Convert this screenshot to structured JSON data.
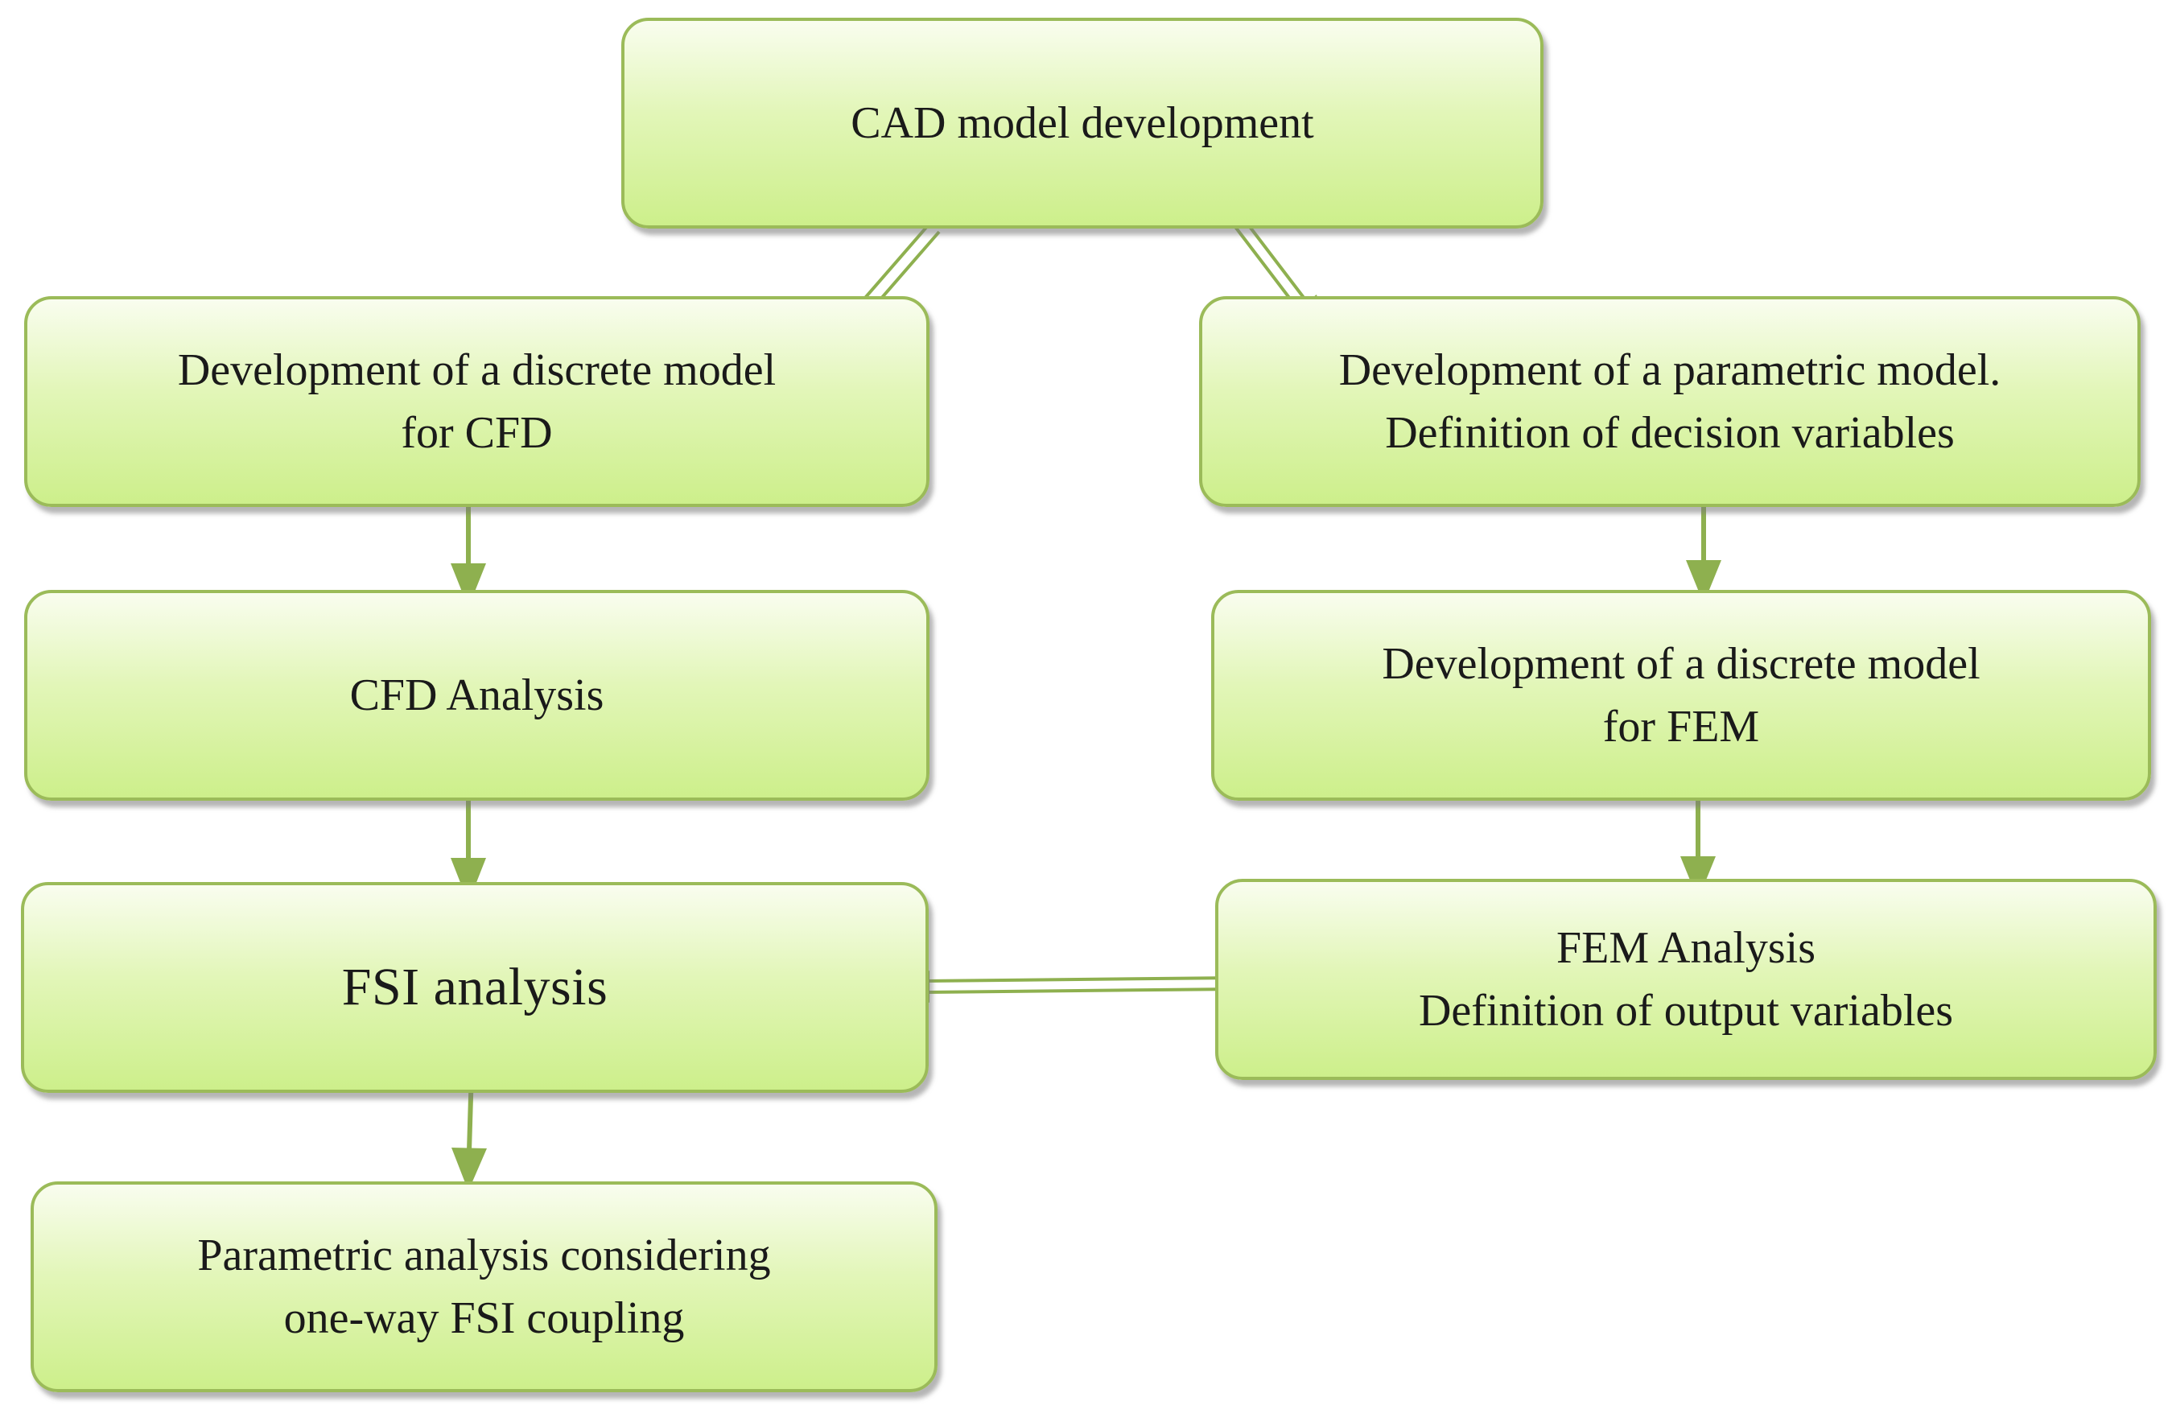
{
  "colors": {
    "node_border": "#9bbb59",
    "node_fill_top": "#f9fdef",
    "node_fill_bottom": "#cdef8b",
    "arrow": "#8eb04f",
    "text": "#1a1a1a"
  },
  "nodes": {
    "cad": {
      "lines": [
        "CAD model development"
      ]
    },
    "discrete_cfd": {
      "lines": [
        "Development of a discrete model",
        "for CFD"
      ]
    },
    "parametric": {
      "lines": [
        "Development of a parametric model.",
        "Definition of decision variables"
      ]
    },
    "cfd_analysis": {
      "lines": [
        "CFD Analysis"
      ]
    },
    "discrete_fem": {
      "lines": [
        "Development of a discrete model",
        "for FEM"
      ]
    },
    "fsi": {
      "lines": [
        "FSI analysis"
      ]
    },
    "fem_analysis": {
      "lines": [
        "FEM Analysis",
        "Definition of output variables"
      ]
    },
    "parametric_analysis": {
      "lines": [
        "Parametric analysis considering",
        "one-way FSI coupling"
      ]
    }
  },
  "edges": [
    {
      "from": "cad",
      "to": "discrete_cfd"
    },
    {
      "from": "cad",
      "to": "parametric"
    },
    {
      "from": "discrete_cfd",
      "to": "cfd_analysis"
    },
    {
      "from": "parametric",
      "to": "discrete_fem"
    },
    {
      "from": "cfd_analysis",
      "to": "fsi"
    },
    {
      "from": "discrete_fem",
      "to": "fem_analysis"
    },
    {
      "from": "fem_analysis",
      "to": "fsi"
    },
    {
      "from": "fsi",
      "to": "parametric_analysis"
    }
  ]
}
